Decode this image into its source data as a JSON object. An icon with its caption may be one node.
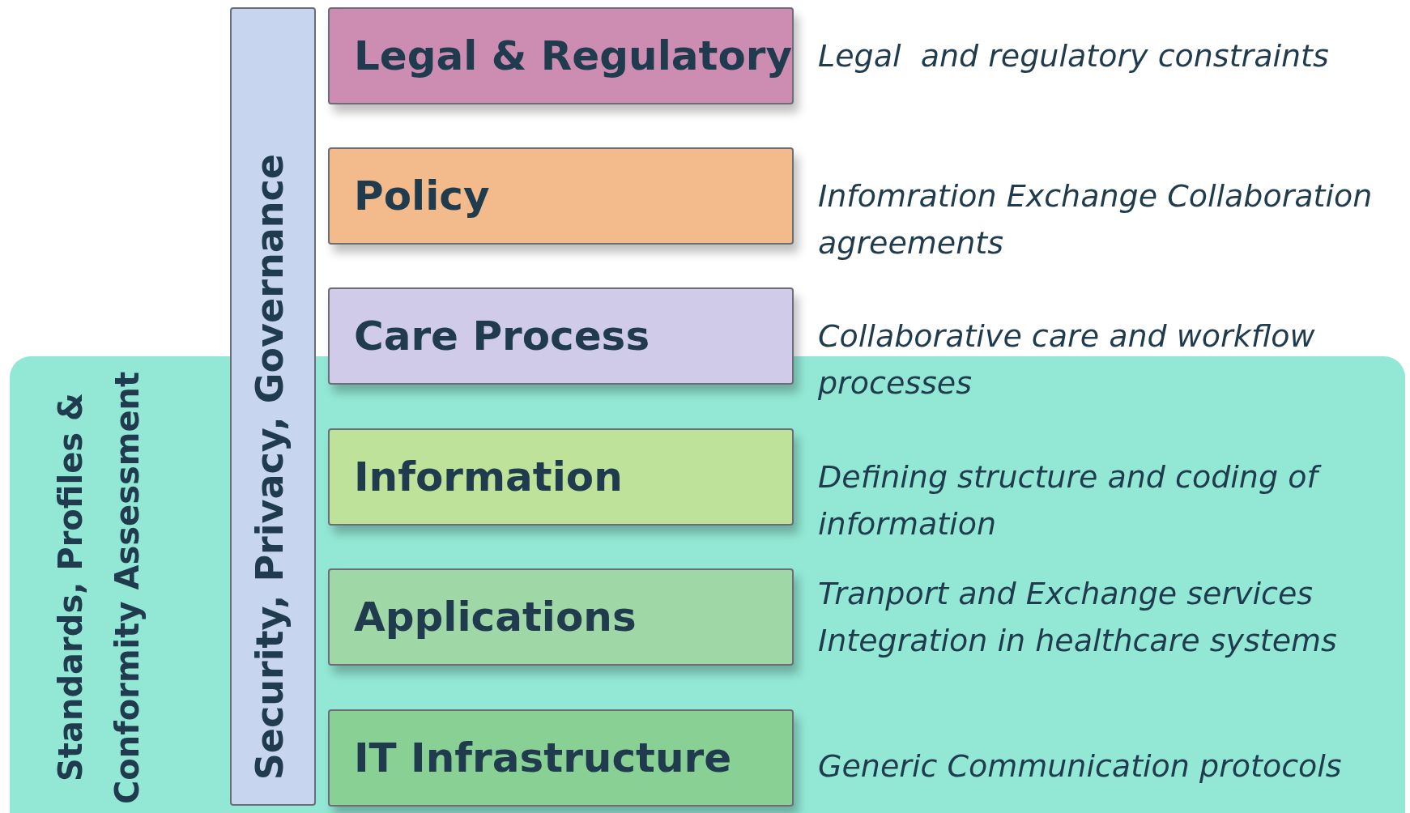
{
  "diagram": {
    "nodes": [
      {
        "text": [
          "Standards, Profiles & Conformity Assessment"
        ]
      },
      {
        "text": [
          "Security, Privacy, Governance"
        ]
      },
      {
        "text": [
          "Legal & Regulatory"
        ],
        "beside": [
          "Legal  and regulatory constraints"
        ]
      },
      {
        "text": [
          "Policy"
        ],
        "beside": [
          "Infomration Exchange Collaboration agreements"
        ]
      },
      {
        "text": [
          "Care Process"
        ],
        "beside": [
          "Collaborative care and workflow processes"
        ]
      },
      {
        "text": [
          "Information"
        ],
        "beside": [
          "Defining structure and coding of information"
        ],
        "in": 0
      },
      {
        "text": [
          "Applications"
        ],
        "beside": [
          "Tranport and Exchange services",
          "Integration in healthcare systems"
        ],
        "in": 0
      },
      {
        "text": [
          "IT Infrastructure"
        ],
        "beside": [
          "Generic Communication protocols"
        ],
        "in": 0
      }
    ]
  }
}
